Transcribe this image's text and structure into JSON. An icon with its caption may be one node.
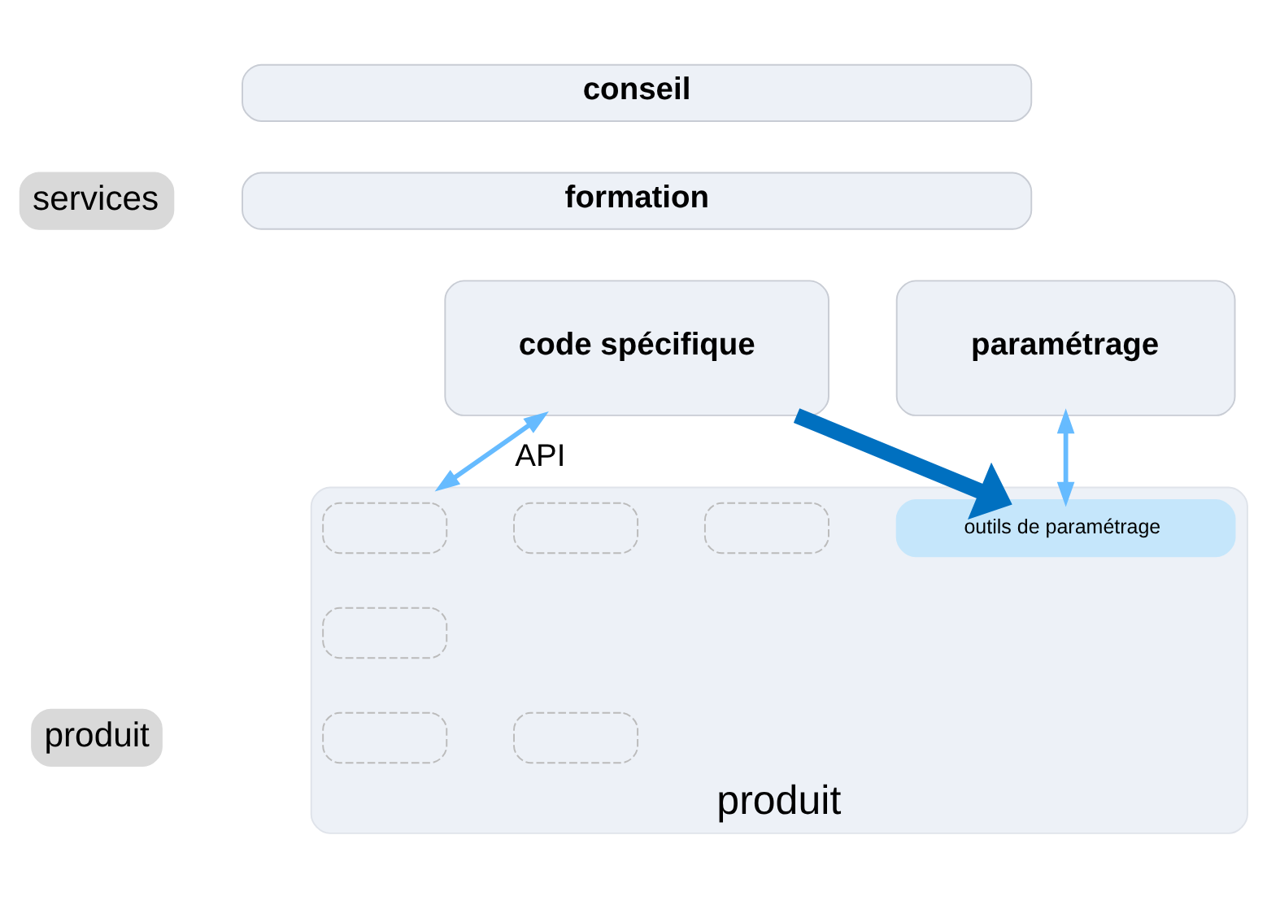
{
  "diagram": {
    "nodes": [
      {
        "text": [
          "services"
        ]
      },
      {
        "text": [
          "conseil"
        ]
      },
      {
        "text": [
          "formation"
        ]
      },
      {
        "text": [
          "code spécifique"
        ]
      },
      {
        "text": [
          "paramétrage"
        ]
      },
      {
        "text": [
          "produit"
        ]
      },
      {
        "text": [
          "produit"
        ]
      },
      {
        "text": [
          "outils de paramétrage"
        ],
        "in": 6
      },
      {
        "text": [],
        "shape": "box",
        "in": 6
      },
      {
        "text": [],
        "shape": "box",
        "in": 6
      },
      {
        "text": [],
        "shape": "box",
        "in": 6
      },
      {
        "text": [],
        "shape": "box",
        "in": 6
      },
      {
        "text": [],
        "shape": "box",
        "in": 6
      },
      {
        "text": [],
        "shape": "box",
        "in": 6
      }
    ],
    "edges": [
      {
        "from": 3,
        "to": 6,
        "arrow": "both",
        "label": "API"
      },
      {
        "from": 3,
        "to": 7,
        "arrow": "to",
        "style": "thick",
        "color": "#0070c0"
      },
      {
        "from": 4,
        "to": 7,
        "arrow": "both"
      }
    ]
  }
}
